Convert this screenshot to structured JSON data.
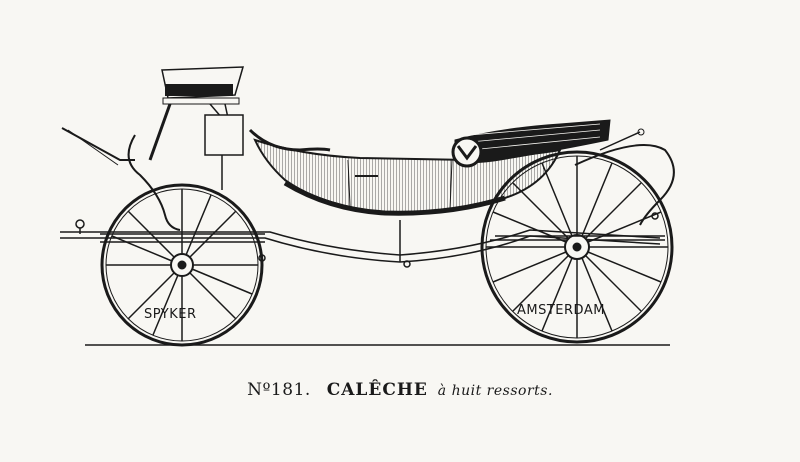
{
  "caption": {
    "number": "Nº181.",
    "title": "CALÊCHE",
    "subtitle": "à huit ressorts."
  },
  "wheels": {
    "front_label": "SPYKER",
    "rear_label": "AMSTERDAM"
  },
  "colors": {
    "ink": "#1a1a1a",
    "paper": "#f8f7f3"
  }
}
